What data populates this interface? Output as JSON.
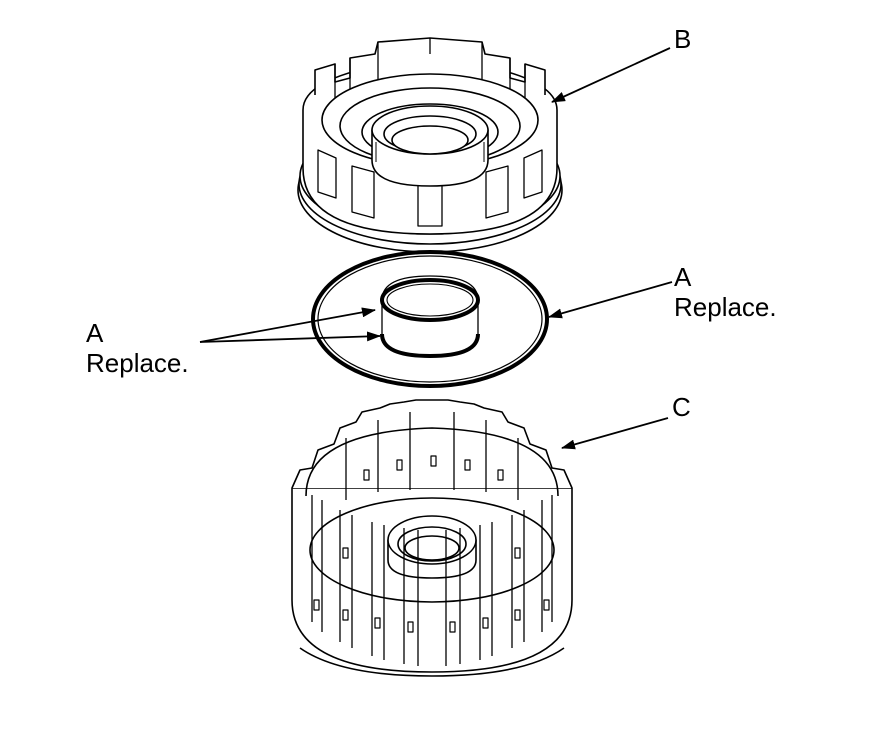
{
  "labels": {
    "b": {
      "letter": "B"
    },
    "a_right": {
      "letter": "A",
      "note": "Replace."
    },
    "a_left": {
      "letter": "A",
      "note": "Replace."
    },
    "c": {
      "letter": "C"
    }
  },
  "colors": {
    "ink": "#000000",
    "paper": "#ffffff"
  }
}
